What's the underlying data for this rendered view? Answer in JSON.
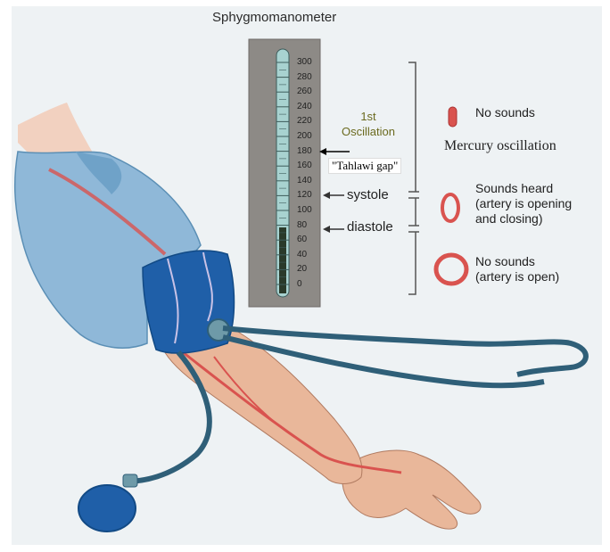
{
  "title": "Sphygmomanometer",
  "scale_ticks": [
    "300",
    "280",
    "260",
    "240",
    "220",
    "200",
    "180",
    "160",
    "140",
    "120",
    "100",
    "80",
    "60",
    "40",
    "20",
    "0"
  ],
  "labels": {
    "first_oscillation": "1st Oscillation",
    "tahlawi_gap": "\"Tahlawi gap\"",
    "systole": "systole",
    "diastole": "diastole"
  },
  "legend": {
    "no_sounds": "No sounds",
    "mercury_oscillation": "Mercury oscillation",
    "sounds_heard": "Sounds heard\n(artery is opening\nand closing)",
    "no_sounds_open": "No sounds\n(artery is open)"
  },
  "colors": {
    "sleeve": "#8fb8d8",
    "cuff": "#1f5fa8",
    "skin": "#e9b79a",
    "artery": "#d9534f",
    "tube": "#2f5f78",
    "gauge_frame": "#8d8a86",
    "mercury": "#2a3a2a",
    "bracket": "#555555"
  }
}
